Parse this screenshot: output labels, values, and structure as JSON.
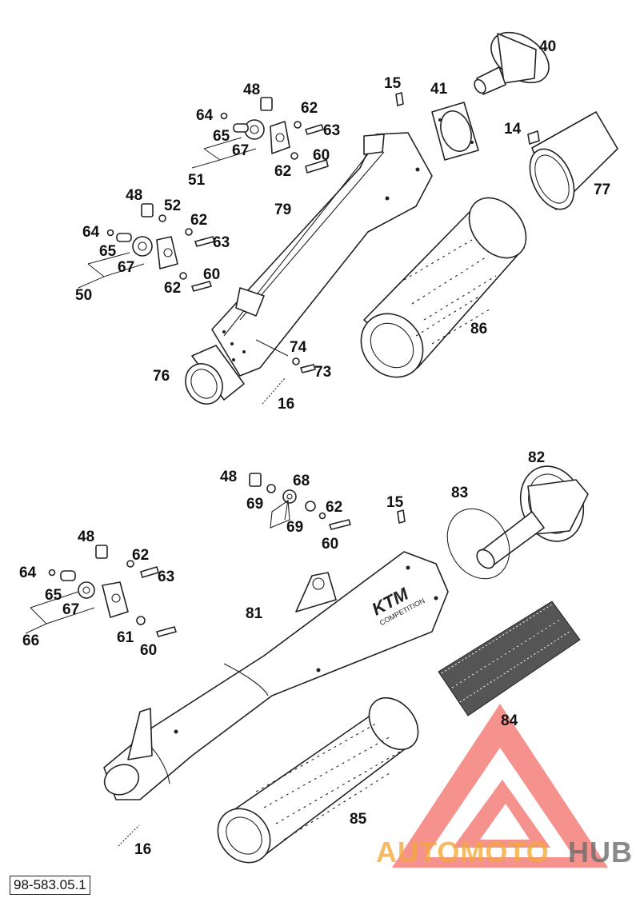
{
  "diagram_code": "98-583.05.1",
  "callouts_top": {
    "p40": "40",
    "p15": "15",
    "p41": "41",
    "p14": "14",
    "p77": "77",
    "p48a": "48",
    "p64a": "64",
    "p65a": "65",
    "p67a": "67",
    "p51": "51",
    "p62a": "62",
    "p63a": "63",
    "p60a": "60",
    "p62b": "62",
    "p79": "79",
    "p48b": "48",
    "p52": "52",
    "p62c": "62",
    "p63b": "63",
    "p64b": "64",
    "p65b": "65",
    "p67b": "67",
    "p50": "50",
    "p62d": "62",
    "p60b": "60",
    "p74": "74",
    "p73": "73",
    "p76": "76",
    "p16a": "16",
    "p86": "86"
  },
  "callouts_bottom": {
    "p48c": "48",
    "p68": "68",
    "p69a": "69",
    "p69b": "69",
    "p62e": "62",
    "p60c": "60",
    "p15b": "15",
    "p82": "82",
    "p83": "83",
    "p48d": "48",
    "p62f": "62",
    "p63c": "63",
    "p64c": "64",
    "p65c": "65",
    "p67c": "67",
    "p66": "66",
    "p61": "61",
    "p60d": "60",
    "p81": "81",
    "p84": "84",
    "p85": "85",
    "p16b": "16"
  },
  "muffler_logo": {
    "brand": "KTM",
    "sub": "COMPETITION"
  },
  "watermark": {
    "text_orange": "AUTOMOTO",
    "text_gray": "HUB",
    "color_red": "#e8413a",
    "color_orange": "#f2a93b",
    "color_gray": "#6b6b6b"
  }
}
